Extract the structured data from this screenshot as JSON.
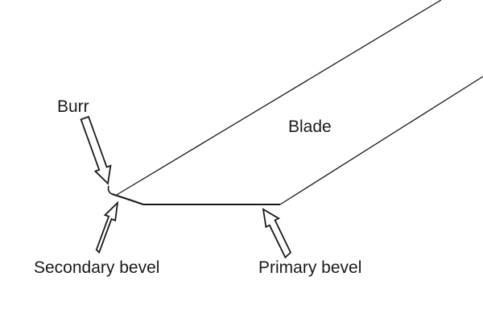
{
  "labels": {
    "burr": "Burr",
    "blade": "Blade",
    "secondary_bevel": "Secondary bevel",
    "primary_bevel": "Primary bevel"
  },
  "colors": {
    "line": "#1a1a1a",
    "arrow_fill": "#ffffff",
    "background": "#ffffff"
  }
}
